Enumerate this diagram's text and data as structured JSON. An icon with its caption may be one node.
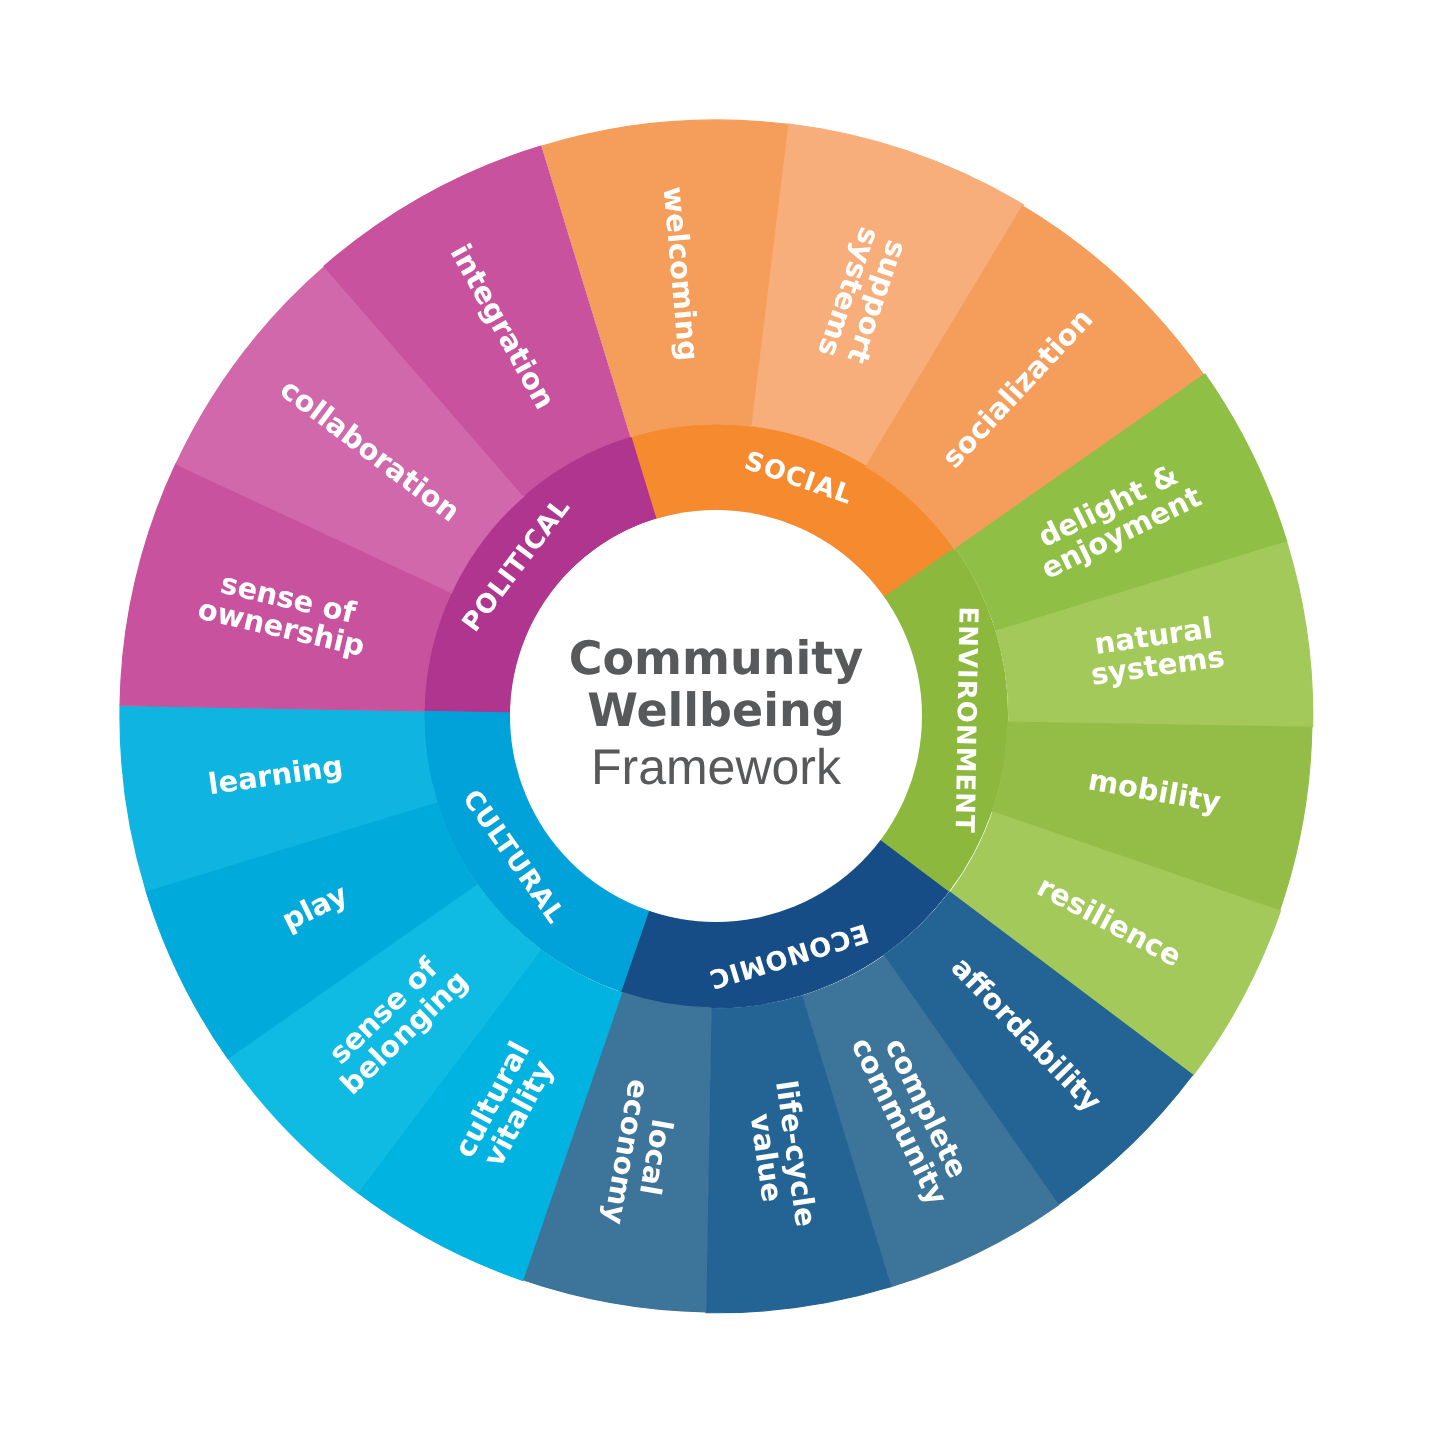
{
  "diagram": {
    "nodes": [
      {
        "text": [
          "Community Wellbeing",
          "Framework"
        ]
      },
      {
        "text": [
          "SOCIAL"
        ]
      },
      {
        "text": [
          "ENVIRONMENT"
        ]
      },
      {
        "text": [
          "ECONOMIC"
        ]
      },
      {
        "text": [
          "CULTURAL"
        ]
      },
      {
        "text": [
          "POLITICAL"
        ]
      },
      {
        "text": [
          "welcoming"
        ]
      },
      {
        "text": [
          "support systems"
        ]
      },
      {
        "text": [
          "socialization"
        ]
      },
      {
        "text": [
          "delight & enjoyment"
        ]
      },
      {
        "text": [
          "natural systems"
        ]
      },
      {
        "text": [
          "mobility"
        ]
      },
      {
        "text": [
          "resilience"
        ]
      },
      {
        "text": [
          "affordability"
        ]
      },
      {
        "text": [
          "complete community"
        ]
      },
      {
        "text": [
          "life-cycle value"
        ]
      },
      {
        "text": [
          "local economy"
        ]
      },
      {
        "text": [
          "cultural vitality"
        ]
      },
      {
        "text": [
          "sense of belonging"
        ]
      },
      {
        "text": [
          "play"
        ]
      },
      {
        "text": [
          "learning"
        ]
      },
      {
        "text": [
          "sense of ownership"
        ]
      },
      {
        "text": [
          "collaboration"
        ]
      },
      {
        "text": [
          "integration"
        ]
      }
    ]
  }
}
